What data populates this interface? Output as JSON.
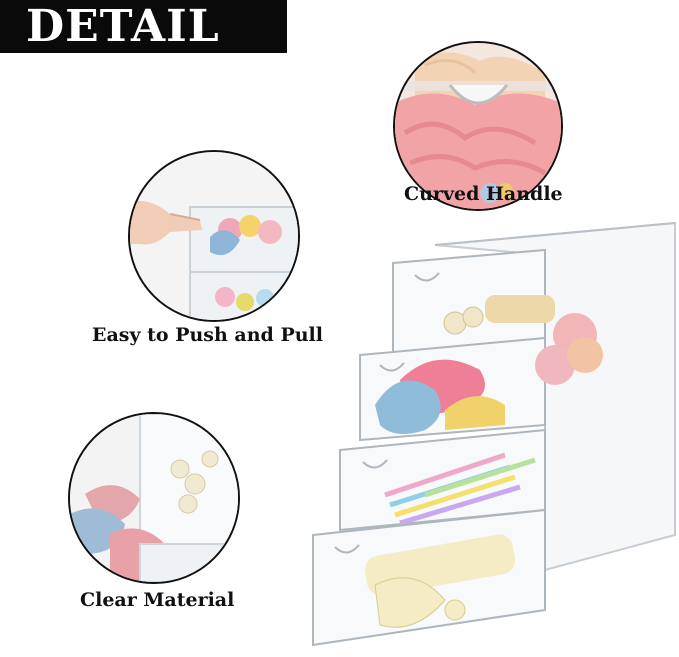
{
  "banner": {
    "title": "DETAIL"
  },
  "features": [
    {
      "caption": "Curved Handle",
      "icon": "scrunchie-handle-closeup"
    },
    {
      "caption": "Easy to Push and Pull",
      "icon": "hand-pulling-drawer"
    },
    {
      "caption": "Clear Material",
      "icon": "clear-drawer-closeup"
    }
  ],
  "product": {
    "icon": "acrylic-drawer-organizer",
    "drawer_count": 4
  }
}
